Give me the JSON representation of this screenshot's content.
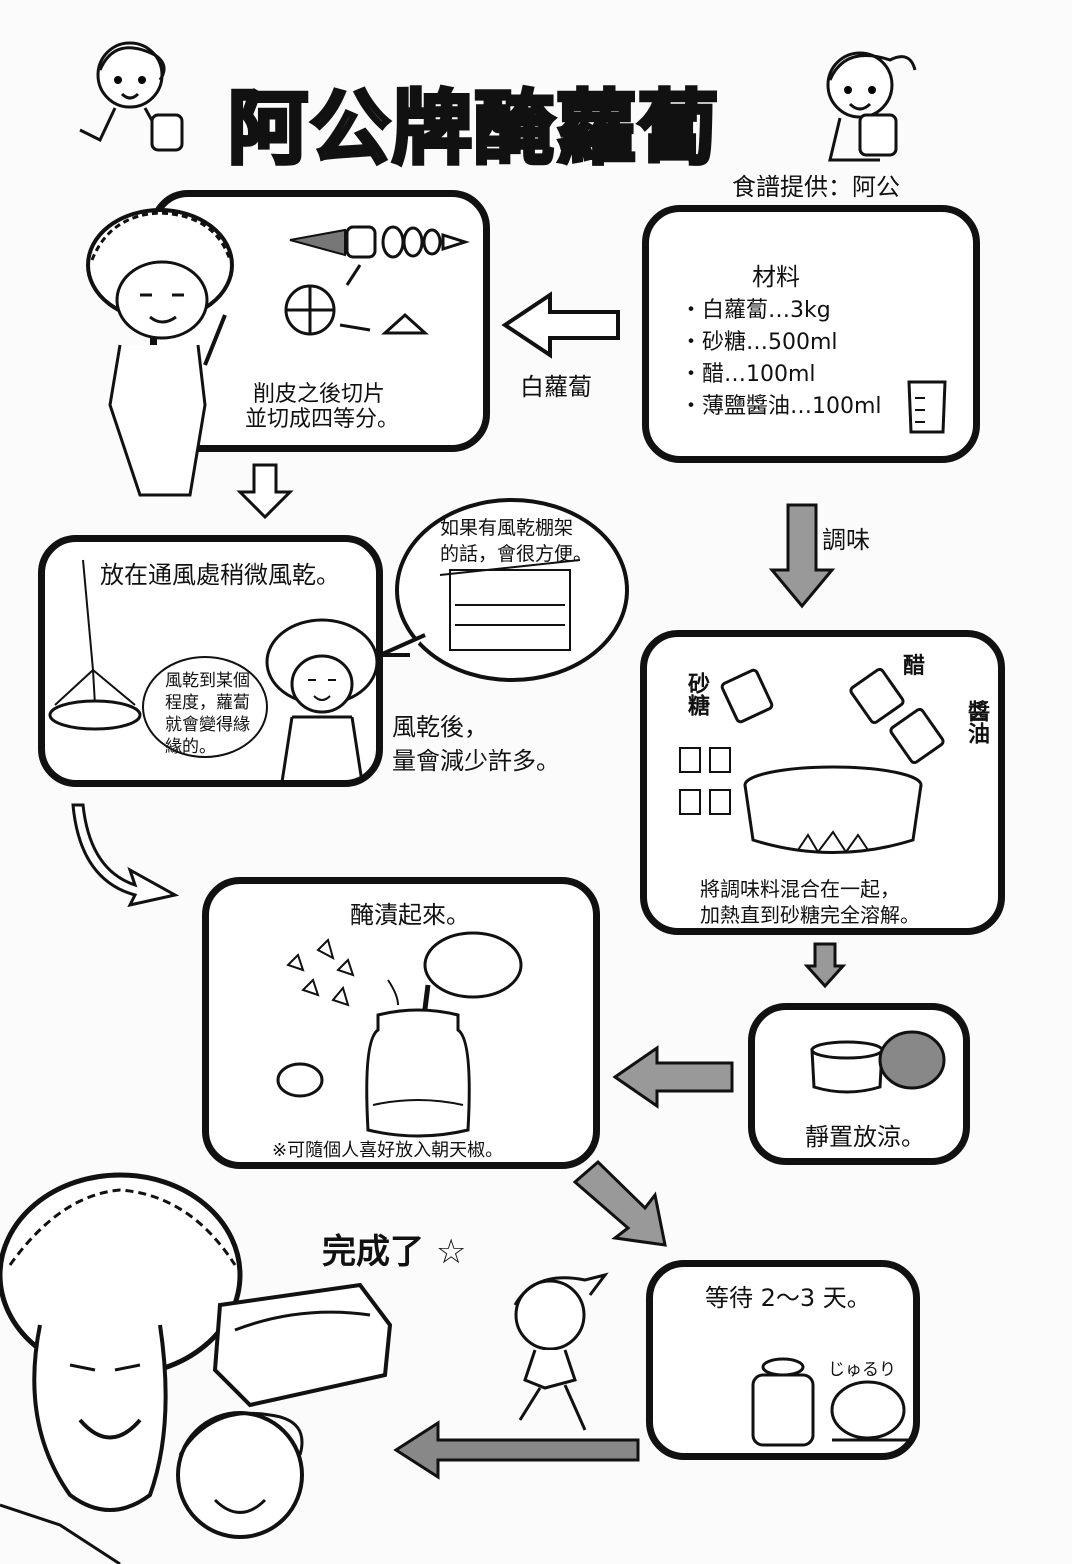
{
  "title": "阿公牌醃蘿蔔",
  "credit": "食譜提供：阿公",
  "ingredients": {
    "heading": "材料",
    "items": [
      "・白蘿蔔…3kg",
      "・砂糖…500ml",
      "・醋…100ml",
      "・薄鹽醬油…100ml"
    ]
  },
  "arrows": {
    "to_prep": "白蘿蔔",
    "to_season": "調味"
  },
  "steps": {
    "prep": [
      "削皮之後切片",
      "並切成四等分。"
    ],
    "dry": "放在通風處稍微風乾。",
    "rack_bubble": [
      "如果有風乾棚架",
      "的話，會很方便。"
    ],
    "dry_bubble": [
      "風乾到某個",
      "程度，蘿蔔",
      "就會變得緣",
      "緣的。"
    ],
    "dry_note": [
      "風乾後，",
      "量會減少許多。"
    ],
    "season_labels": {
      "sugar": "砂糖",
      "vinegar": "醋",
      "soy": "醬油"
    },
    "season": [
      "將調味料混合在一起，",
      "加熱直到砂糖完全溶解。"
    ],
    "cool": "靜置放涼。",
    "pickle": "醃漬起來。",
    "pickle_note": "※可隨個人喜好放入朝天椒。",
    "wait": "等待 2～3 天。",
    "sfx": "じゅるり",
    "done": "完成了 ☆"
  }
}
